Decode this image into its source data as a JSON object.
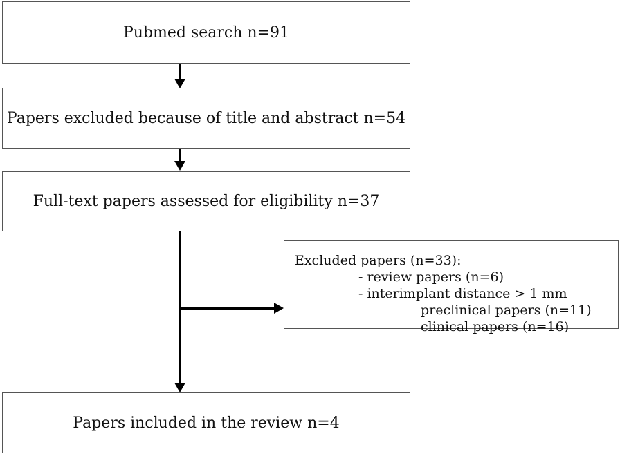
{
  "flowchart": {
    "search": "Pubmed search n=91",
    "screening": "Papers excluded because of title and abstract n=54",
    "eligibility": "Full-text papers assessed for eligibility n=37",
    "included": "Papers included in the review n=4",
    "excluded": {
      "heading": "Excluded papers (n=33):",
      "review": "- review papers (n=6)",
      "distance": "- interimplant distance > 1 mm",
      "preclinical": "preclinical papers (n=11)",
      "clinical": "clinical papers (n=16)"
    }
  },
  "colors": {
    "border": "#555555",
    "arrow": "#000000",
    "text": "#111111"
  }
}
